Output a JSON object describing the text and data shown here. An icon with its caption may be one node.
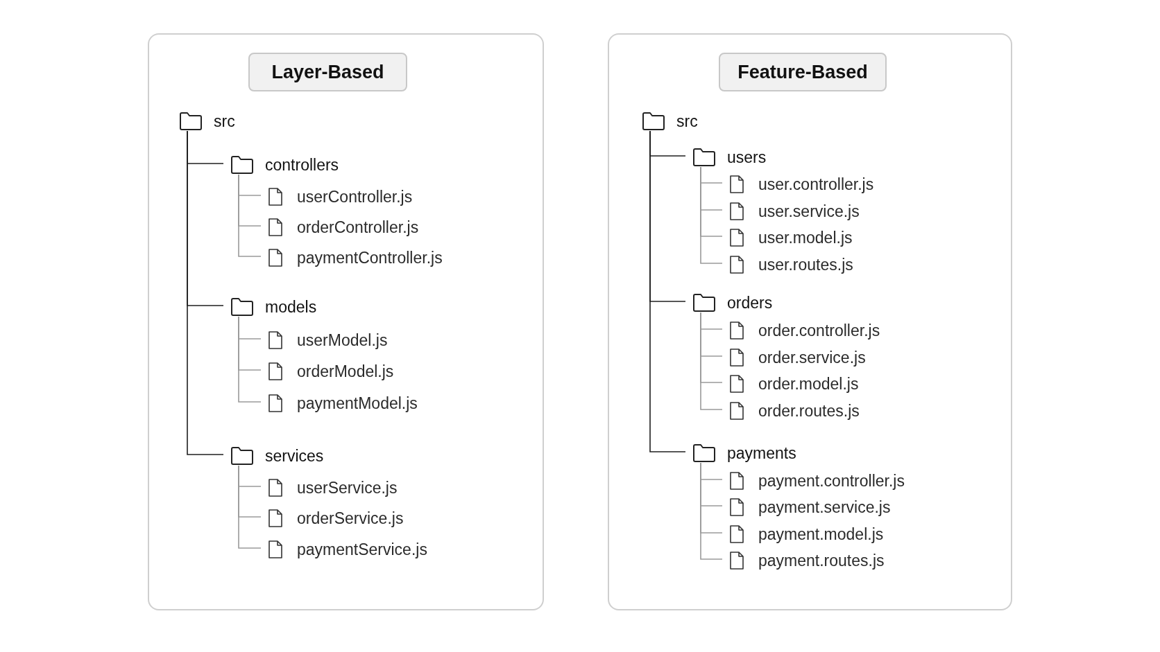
{
  "diagram": {
    "nodes": [
      {
        "text": [],
        "shape": "box"
      },
      {
        "text": [
          "Layer-Based"
        ],
        "in": 0
      },
      {
        "text": [
          "src"
        ],
        "in": 0
      },
      {
        "text": [
          "controllers"
        ],
        "in": 0
      },
      {
        "text": [
          "userController.js"
        ],
        "in": 0
      },
      {
        "text": [
          "orderController.js"
        ],
        "in": 0
      },
      {
        "text": [
          "paymentController.js"
        ],
        "in": 0
      },
      {
        "text": [
          "models"
        ],
        "in": 0
      },
      {
        "text": [
          "userModel.js"
        ],
        "in": 0
      },
      {
        "text": [
          "orderModel.js"
        ],
        "in": 0
      },
      {
        "text": [
          "paymentModel.js"
        ],
        "in": 0
      },
      {
        "text": [
          "services"
        ],
        "in": 0
      },
      {
        "text": [
          "userService.js"
        ],
        "in": 0
      },
      {
        "text": [
          "orderService.js"
        ],
        "in": 0
      },
      {
        "text": [
          "paymentService.js"
        ],
        "in": 0
      },
      {
        "text": [],
        "shape": "box"
      },
      {
        "text": [
          "Feature-Based"
        ],
        "in": 15
      },
      {
        "text": [
          "src"
        ],
        "in": 15
      },
      {
        "text": [
          "users"
        ],
        "in": 15
      },
      {
        "text": [
          "user.controller.js"
        ],
        "in": 15
      },
      {
        "text": [
          "user.service.js"
        ],
        "in": 15
      },
      {
        "text": [
          "user.model.js"
        ],
        "in": 15
      },
      {
        "text": [
          "user.routes.js"
        ],
        "in": 15
      },
      {
        "text": [
          "orders"
        ],
        "in": 15
      },
      {
        "text": [
          "order.controller.js"
        ],
        "in": 15
      },
      {
        "text": [
          "order.service.js"
        ],
        "in": 15
      },
      {
        "text": [
          "order.model.js"
        ],
        "in": 15
      },
      {
        "text": [
          "order.routes.js"
        ],
        "in": 15
      },
      {
        "text": [
          "payments"
        ],
        "in": 15
      },
      {
        "text": [
          "payment.controller.js"
        ],
        "in": 15
      },
      {
        "text": [
          "payment.service.js"
        ],
        "in": 15
      },
      {
        "text": [
          "payment.model.js"
        ],
        "in": 15
      },
      {
        "text": [
          "payment.routes.js"
        ],
        "in": 15
      }
    ],
    "edges": [
      {
        "from": 2,
        "to": 3,
        "arrow": "none",
        "color": "#1f1f1f"
      },
      {
        "from": 3,
        "to": 4,
        "arrow": "none"
      },
      {
        "from": 3,
        "to": 5,
        "arrow": "none"
      },
      {
        "from": 3,
        "to": 6,
        "arrow": "none"
      },
      {
        "from": 2,
        "to": 7,
        "arrow": "none",
        "color": "#1f1f1f"
      },
      {
        "from": 7,
        "to": 8,
        "arrow": "none"
      },
      {
        "from": 7,
        "to": 9,
        "arrow": "none"
      },
      {
        "from": 7,
        "to": 10,
        "arrow": "none"
      },
      {
        "from": 2,
        "to": 11,
        "arrow": "none",
        "color": "#1f1f1f"
      },
      {
        "from": 11,
        "to": 12,
        "arrow": "none"
      },
      {
        "from": 11,
        "to": 13,
        "arrow": "none"
      },
      {
        "from": 11,
        "to": 14,
        "arrow": "none"
      },
      {
        "from": 17,
        "to": 18,
        "arrow": "none",
        "color": "#1f1f1f"
      },
      {
        "from": 18,
        "to": 19,
        "arrow": "none"
      },
      {
        "from": 18,
        "to": 20,
        "arrow": "none"
      },
      {
        "from": 18,
        "to": 21,
        "arrow": "none"
      },
      {
        "from": 18,
        "to": 22,
        "arrow": "none"
      },
      {
        "from": 17,
        "to": 23,
        "arrow": "none",
        "color": "#1f1f1f"
      },
      {
        "from": 23,
        "to": 24,
        "arrow": "none"
      },
      {
        "from": 23,
        "to": 25,
        "arrow": "none"
      },
      {
        "from": 23,
        "to": 26,
        "arrow": "none"
      },
      {
        "from": 23,
        "to": 27,
        "arrow": "none"
      },
      {
        "from": 17,
        "to": 28,
        "arrow": "none",
        "color": "#1f1f1f"
      },
      {
        "from": 28,
        "to": 29,
        "arrow": "none"
      },
      {
        "from": 28,
        "to": 30,
        "arrow": "none"
      },
      {
        "from": 28,
        "to": 31,
        "arrow": "none"
      },
      {
        "from": 28,
        "to": 32,
        "arrow": "none"
      }
    ]
  }
}
